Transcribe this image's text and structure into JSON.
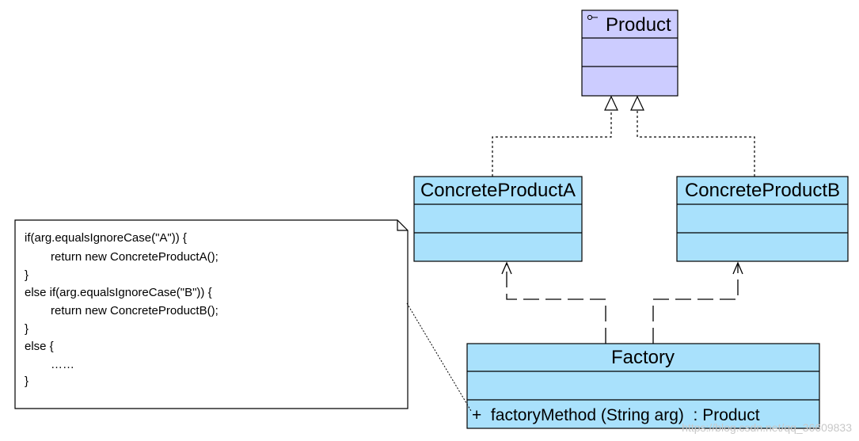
{
  "diagram": {
    "type": "uml-class-diagram",
    "classes": {
      "product": {
        "name": "Product",
        "stereotype_icon": "interface-icon",
        "fill": "#ccccff"
      },
      "concrete_a": {
        "name": "ConcreteProductA",
        "fill": "#a9e1fc"
      },
      "concrete_b": {
        "name": "ConcreteProductB",
        "fill": "#a9e1fc"
      },
      "factory": {
        "name": "Factory",
        "operation": "+  factoryMethod (String arg)  : Product",
        "fill": "#a9e1fc"
      }
    },
    "relationships": [
      {
        "from": "ConcreteProductA",
        "to": "Product",
        "kind": "realization"
      },
      {
        "from": "ConcreteProductB",
        "to": "Product",
        "kind": "realization"
      },
      {
        "from": "Factory",
        "to": "ConcreteProductA",
        "kind": "dependency"
      },
      {
        "from": "Factory",
        "to": "ConcreteProductB",
        "kind": "dependency"
      }
    ],
    "note": {
      "lines": [
        "if(arg.equalsIgnoreCase(\"A\")) {",
        "return new ConcreteProductA();",
        "}",
        "else if(arg.equalsIgnoreCase(\"B\")) {",
        "return new ConcreteProductB();",
        "}",
        "else {",
        "……",
        "}"
      ],
      "attached_to": "Factory"
    },
    "watermark": "https://blog.csdn.net/qq_36609833"
  },
  "colors": {
    "line": "#000000",
    "interface_fill": "#ccccff",
    "class_fill": "#a9e1fc",
    "note_fill": "#ffffff"
  }
}
